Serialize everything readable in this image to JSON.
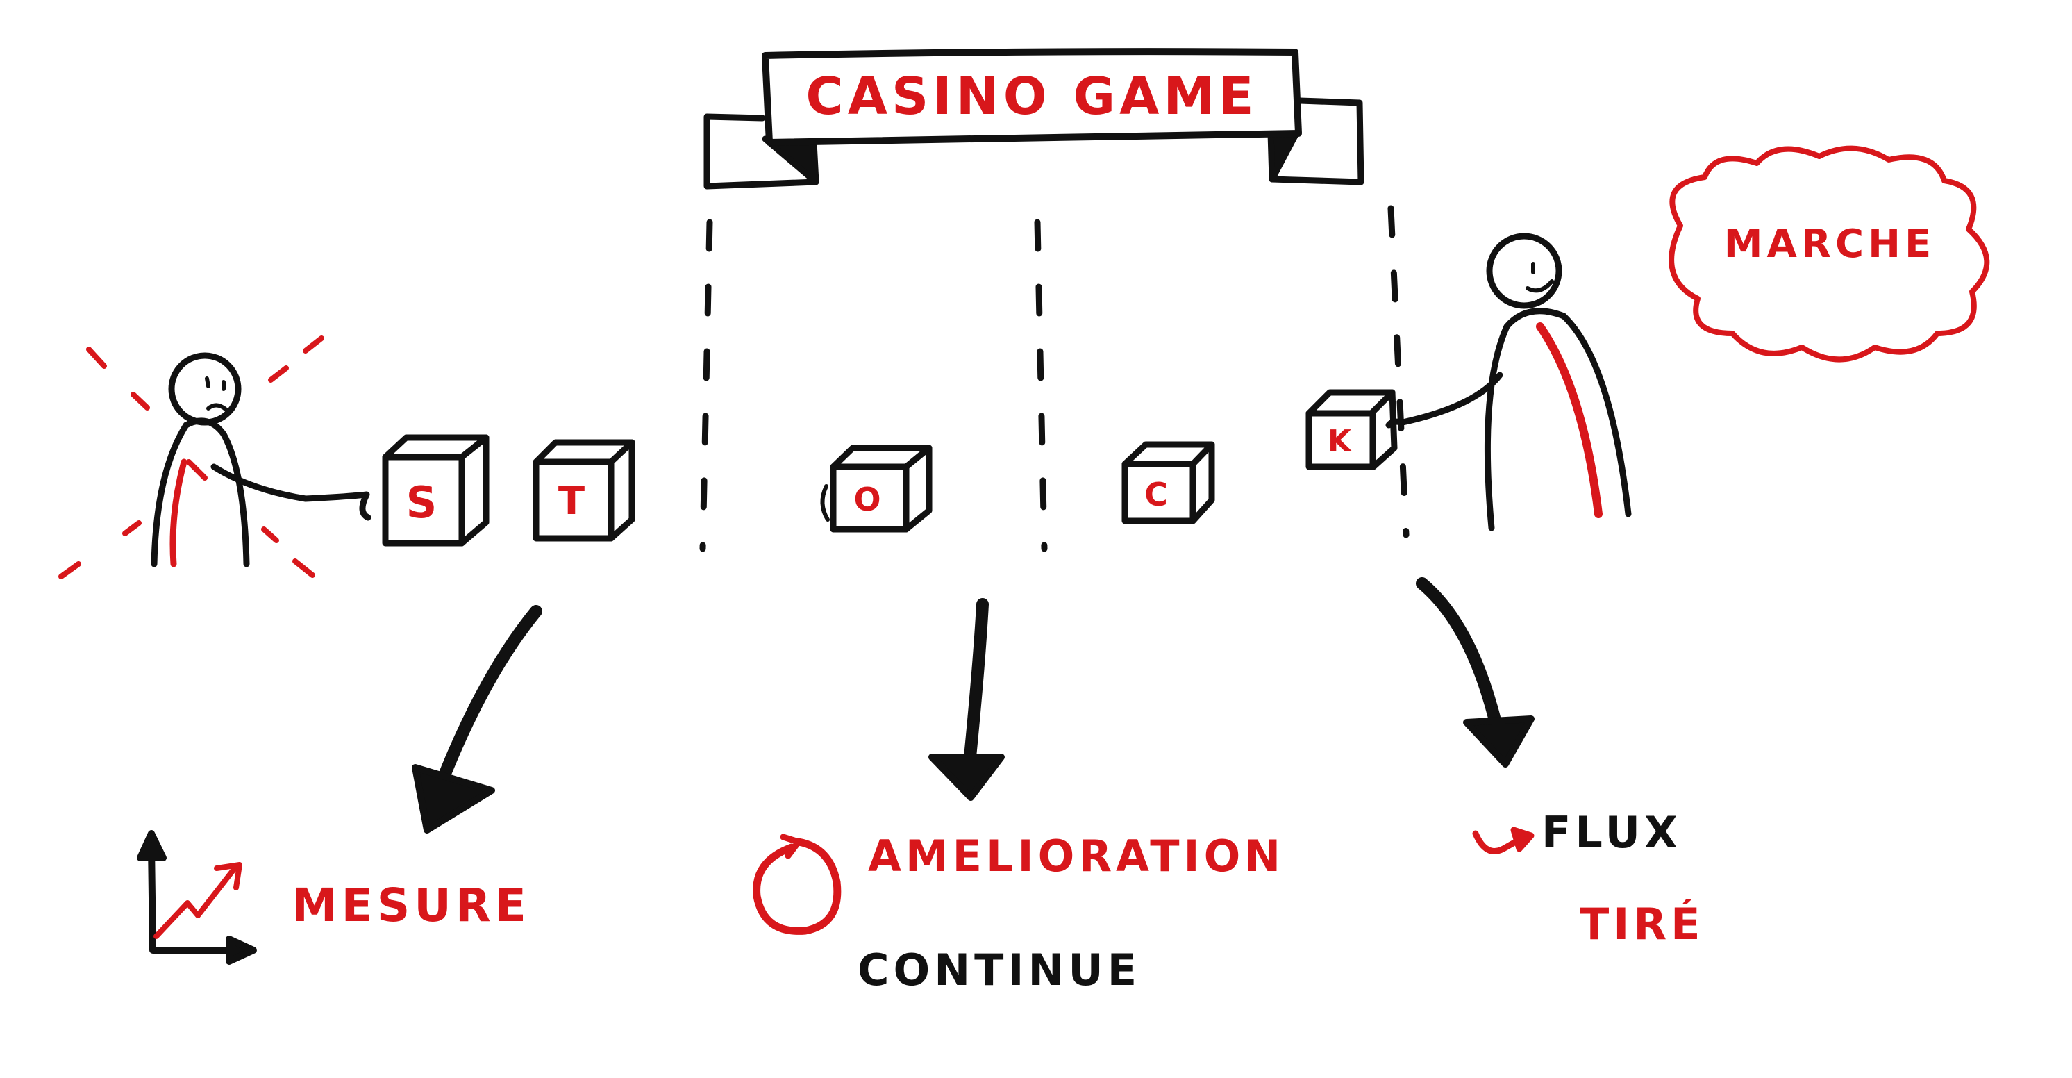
{
  "banner": {
    "title": "CASINO GAME"
  },
  "cloud": {
    "label": "MARCHE"
  },
  "blocks": [
    {
      "letter": "S"
    },
    {
      "letter": "T"
    },
    {
      "letter": "O"
    },
    {
      "letter": "C"
    },
    {
      "letter": "K"
    }
  ],
  "outcomes": {
    "left": {
      "label": "MESURE"
    },
    "middle": {
      "line1": "AMELIORATION",
      "line2": "CONTINUE"
    },
    "right": {
      "line1": "FLUX",
      "line2": "TIRÉ"
    }
  },
  "colors": {
    "ink": "#111111",
    "accent": "#d8171b",
    "background": "#ffffff"
  }
}
